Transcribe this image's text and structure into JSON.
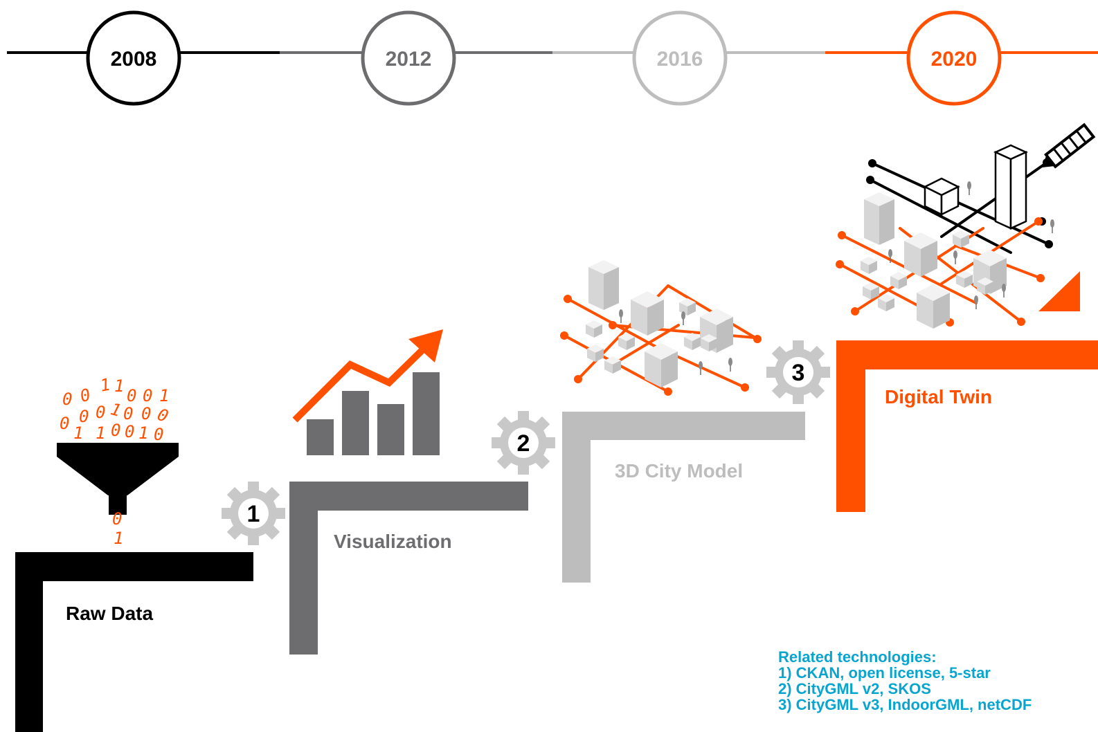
{
  "timeline": {
    "years": [
      {
        "label": "2008",
        "color": "#000000"
      },
      {
        "label": "2012",
        "color": "#6d6d70"
      },
      {
        "label": "2016",
        "color": "#bdbdbd"
      },
      {
        "label": "2020",
        "color": "#ff5000"
      }
    ]
  },
  "stages": [
    {
      "label": "Raw Data",
      "color": "#000000",
      "icon": "funnel-icon"
    },
    {
      "label": "Visualization",
      "color": "#6d6d70",
      "icon": "bar-chart-icon"
    },
    {
      "label": "3D City Model",
      "color": "#bdbdbd",
      "icon": "city-model-icon"
    },
    {
      "label": "Digital Twin",
      "color": "#ff5000",
      "icon": "digital-twin-icon"
    }
  ],
  "gears": [
    {
      "number": "1"
    },
    {
      "number": "2"
    },
    {
      "number": "3"
    }
  ],
  "funnel_bits": [
    "0",
    "0",
    "1",
    "1",
    "0",
    "0",
    "1",
    "0",
    "0",
    "0",
    "1",
    "0",
    "0",
    "0",
    "1",
    "1",
    "0",
    "0",
    "1",
    "0",
    "0",
    "1"
  ],
  "related": {
    "title": "Related technologies:",
    "items": [
      "1) CKAN, open license, 5-star",
      "2) CityGML v2, SKOS",
      "3) CityGML v3, IndoorGML, netCDF"
    ]
  },
  "colors": {
    "accent": "#ff5000",
    "dark_gray": "#6d6d70",
    "light_gray": "#bdbdbd",
    "black": "#000000",
    "related_text": "#0aa5cf"
  }
}
